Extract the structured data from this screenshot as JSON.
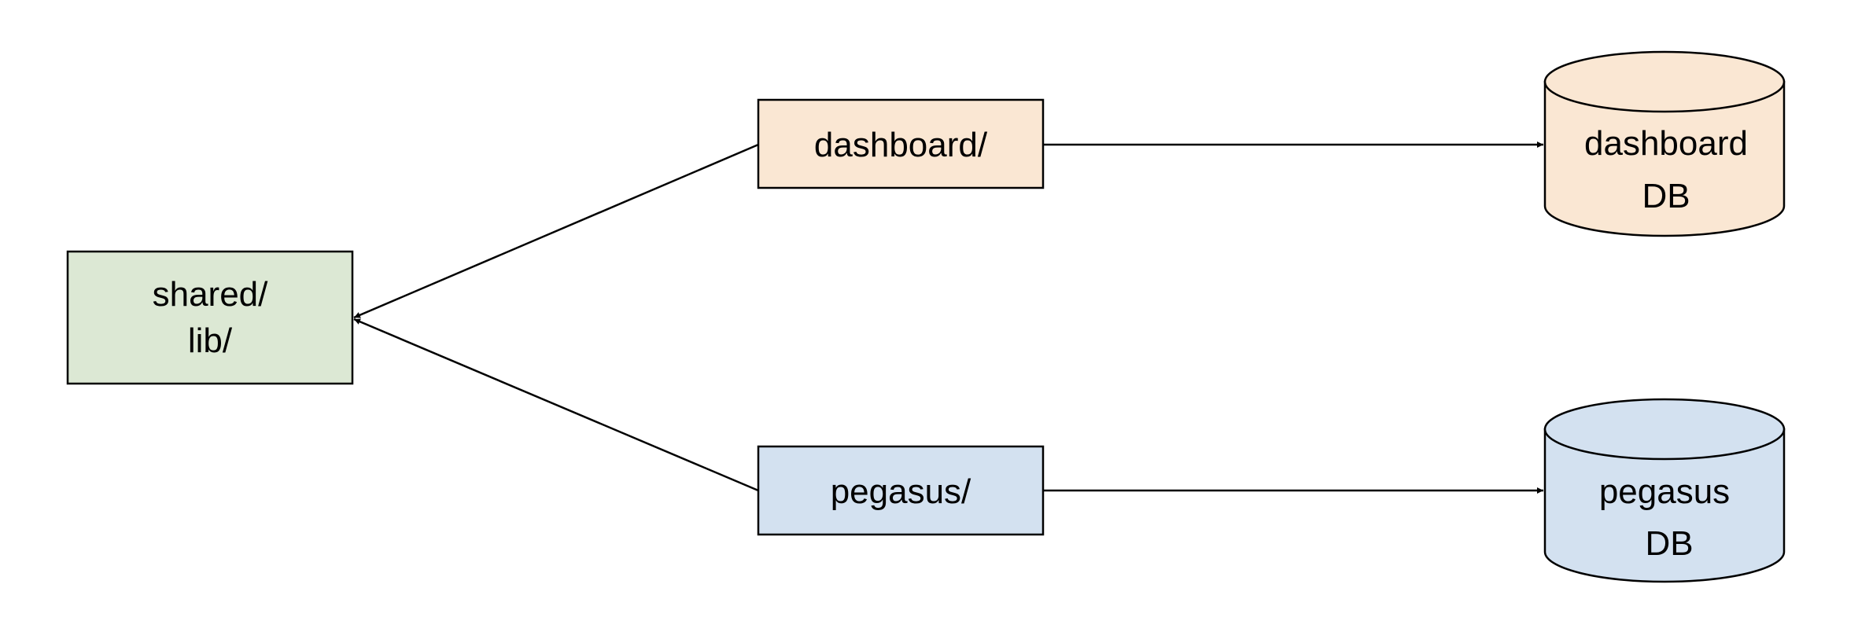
{
  "nodes": {
    "shared": {
      "lines": [
        "shared/",
        "lib/"
      ],
      "fill": "#dce8d4"
    },
    "dashboard": {
      "label": "dashboard/",
      "fill": "#fae7d3"
    },
    "pegasus": {
      "label": "pegasus/",
      "fill": "#d3e1f0"
    },
    "dashboard_db": {
      "lines": [
        "dashboard",
        "DB"
      ],
      "fill": "#fae7d3"
    },
    "pegasus_db": {
      "lines": [
        "pegasus",
        "DB"
      ],
      "fill": "#d3e1f0"
    }
  },
  "edges": [
    {
      "from": "dashboard",
      "to": "shared"
    },
    {
      "from": "pegasus",
      "to": "shared"
    },
    {
      "from": "dashboard",
      "to": "dashboard_db"
    },
    {
      "from": "pegasus",
      "to": "pegasus_db"
    }
  ],
  "colors": {
    "stroke": "#000000",
    "background": "#ffffff"
  }
}
